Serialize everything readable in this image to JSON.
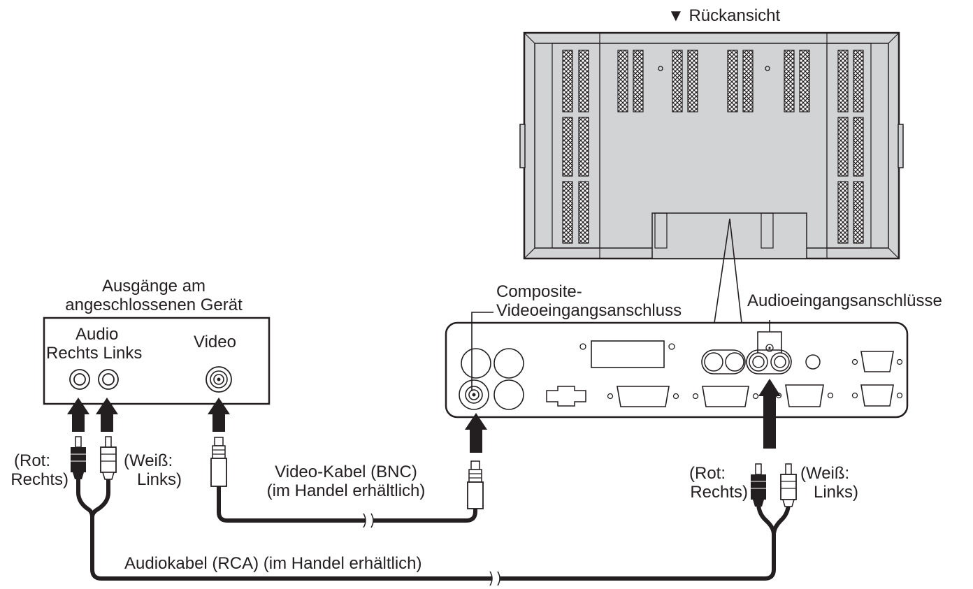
{
  "rear_view": {
    "marker": "▼",
    "title": "Rückansicht"
  },
  "source_device": {
    "title_line1": "Ausgänge am",
    "title_line2": "angeschlossenen Gerät",
    "audio_label": "Audio",
    "right_label": "Rechts",
    "left_label": "Links",
    "video_label": "Video"
  },
  "left_plugs": {
    "red_line1": "(Rot:",
    "red_line2": "Rechts)",
    "white_line1": "(Weiß:",
    "white_line2": "Links)"
  },
  "right_plugs": {
    "red_line1": "(Rot:",
    "red_line2": "Rechts)",
    "white_line1": "(Weiß:",
    "white_line2": "Links)"
  },
  "terminal_panel": {
    "composite_line1": "Composite-",
    "composite_line2": "Videoeingangsanschluss",
    "audio_inputs": "Audioeingangsanschlüsse"
  },
  "cables": {
    "video_line1": "Video-Kabel (BNC)",
    "video_line2": "(im Handel erhältlich)",
    "audio": "Audiokabel (RCA) (im Handel erhältlich)"
  },
  "colors": {
    "line": "#231f20",
    "panel_fill": "#d2d3d5",
    "background": "#ffffff"
  }
}
